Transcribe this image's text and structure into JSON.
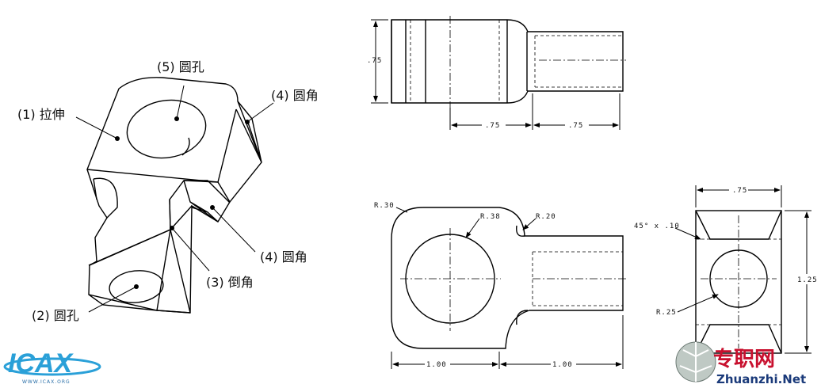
{
  "iso_callouts": {
    "extrude": "(1) 拉伸",
    "hole_bottom": "(2) 圆孔",
    "chamfer": "(3) 倒角",
    "round_top": "(4) 圆角",
    "round_bottom": "(4) 圆角",
    "hole_top": "(5) 圆孔"
  },
  "dims_top_view": {
    "height": ".75",
    "width_left": ".75",
    "width_right": ".75"
  },
  "dims_front_view": {
    "radius_corner": "R.30",
    "radius_hole": "R.38",
    "radius_fillet": "R.20",
    "width_left": "1.00",
    "width_right": "1.00"
  },
  "dims_side_view": {
    "width": ".75",
    "chamfer": "45° x .10",
    "height": "1.25",
    "radius_hole": "R.25"
  },
  "logo": {
    "text": "ICAX",
    "subtext": "WWW.ICAX.ORG"
  },
  "watermark": {
    "cn": "专职网",
    "en": "Zhuanzhi.Net"
  },
  "colors": {
    "logo_blue": "#2aa0d8",
    "watermark_red": "#c8102e",
    "watermark_navy": "#1a3a7a"
  }
}
